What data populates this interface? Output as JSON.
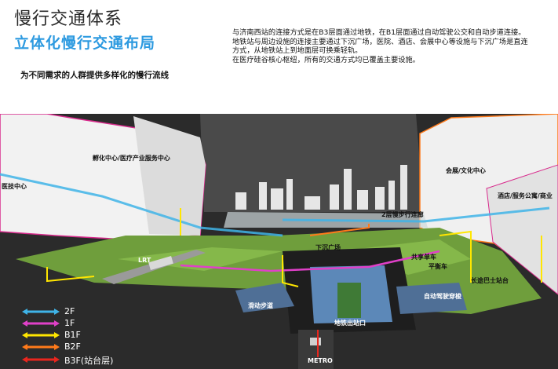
{
  "header": {
    "title": "慢行交通体系",
    "subtitle": "立体化慢行交通布局",
    "tagline": "为不同需求的人群提供多样化的慢行流线",
    "description": [
      "与济南西站的连接方式是在B3层面通过地铁，在B1层面通过自动驾驶公交和自动步道连接。",
      "地铁站与周边设施的连接主要通过下沉广场，医院、酒店、会展中心等设施与下沉广场是直连",
      "方式，从地铁站上到地面层可换乘轻轨。",
      "在医疗硅谷核心枢纽，所有的交通方式均已覆盖主要设施。"
    ]
  },
  "labels": {
    "incubator": "孵化中心/医疗产业服务中心",
    "medtech": "医技中心",
    "expo": "会展/文化中心",
    "hotel": "酒店/服务公寓/商业",
    "walkway2f": "2层慢步行连廊",
    "lrt": "LRT",
    "sunken": "下沉广场",
    "bike1": "共享单车",
    "bike2": "平衡车",
    "bus": "长途巴士站台",
    "slide_walk": "滑动步道",
    "autobus": "自动驾驶穿梭",
    "metro_exit": "地铁出站口",
    "metro": "METRO"
  },
  "legend": [
    {
      "label": "2F",
      "color": "#3fb4e8"
    },
    {
      "label": "1F",
      "color": "#e040c8"
    },
    {
      "label": "B1F",
      "color": "#ffe600"
    },
    {
      "label": "B2F",
      "color": "#ff7a1a"
    },
    {
      "label": "B3F(站台层)",
      "color": "#e8261e"
    }
  ]
}
